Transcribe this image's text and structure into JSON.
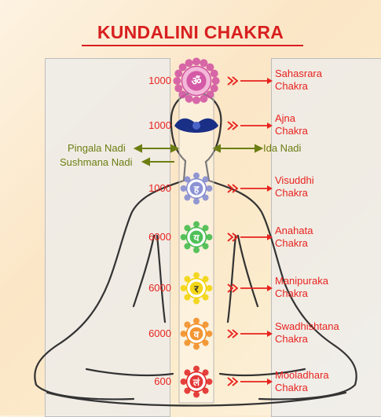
{
  "title": "KUNDALINI CHAKRA",
  "colors": {
    "title": "#d81f1f",
    "label_red": "#e8221e",
    "nadi_green": "#6c7e12"
  },
  "nadis": {
    "left_top": "Pingala Nadi",
    "left_bottom": "Sushmana Nadi",
    "right": "Ida Nadi"
  },
  "chakras": [
    {
      "name_line1": "Sahasrara",
      "name_line2": "Chakra",
      "petals": "1000",
      "symbol": "ॐ",
      "color": "#d04fa0",
      "icon": "lotus-icon"
    },
    {
      "name_line1": "Ajna",
      "name_line2": "Chakra",
      "petals": "1000",
      "symbol": "",
      "color": "#1a2f86",
      "icon": "third-eye-icon"
    },
    {
      "name_line1": "Visuddhi",
      "name_line2": "Chakra",
      "petals": "1000",
      "symbol": "ह",
      "color": "#7f86cf",
      "icon": "lotus-icon"
    },
    {
      "name_line1": "Anahata",
      "name_line2": "Chakra",
      "petals": "6000",
      "symbol": "य",
      "color": "#3cb845",
      "icon": "lotus-icon"
    },
    {
      "name_line1": "Manipuraka",
      "name_line2": "Chakra",
      "petals": "6000",
      "symbol": "र",
      "color": "#f2d200",
      "icon": "lotus-icon"
    },
    {
      "name_line1": "Swadhishtana",
      "name_line2": "Chakra",
      "petals": "6000",
      "symbol": "व",
      "color": "#f18a1c",
      "icon": "lotus-icon"
    },
    {
      "name_line1": "Mooladhara",
      "name_line2": "Chakra",
      "petals": "600",
      "symbol": "लं",
      "color": "#e02020",
      "icon": "lotus-icon"
    }
  ]
}
